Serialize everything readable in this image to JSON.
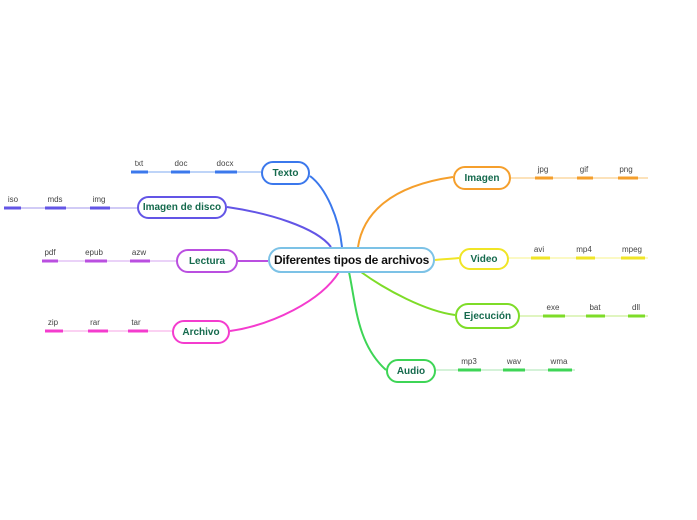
{
  "map": {
    "central": {
      "label": "Diferentes tipos de archivos",
      "border_color": "#7cc2e6",
      "text_color": "#101010"
    },
    "node_text_color": "#156a4d",
    "leaf_text_color": "#444444",
    "branches": [
      {
        "label": "Texto",
        "color": "#3b78ec",
        "light_color": "#a8c5f6",
        "children": [
          "txt",
          "doc",
          "docx"
        ]
      },
      {
        "label": "Imagen de disco",
        "color": "#6355e6",
        "light_color": "#c2baf4",
        "children": [
          "iso",
          "mds",
          "img"
        ]
      },
      {
        "label": "Lectura",
        "color": "#ba4fe0",
        "light_color": "#e3c4f6",
        "children": [
          "pdf",
          "epub",
          "azw"
        ]
      },
      {
        "label": "Archivo",
        "color": "#f43cce",
        "light_color": "#fac2ee",
        "children": [
          "zip",
          "rar",
          "tar"
        ]
      },
      {
        "label": "Imagen",
        "color": "#f59f2c",
        "light_color": "#fbd9a4",
        "children": [
          "jpg",
          "gif",
          "png"
        ]
      },
      {
        "label": "Video",
        "color": "#f0e526",
        "light_color": "#faf7b0",
        "children": [
          "avi",
          "mp4",
          "mpeg"
        ]
      },
      {
        "label": "Ejecución",
        "color": "#7edc28",
        "light_color": "#d6f2ac",
        "children": [
          "exe",
          "bat",
          "dll"
        ]
      },
      {
        "label": "Audio",
        "color": "#3ed556",
        "light_color": "#c6eecb",
        "children": [
          "mp3",
          "wav",
          "wma"
        ]
      }
    ]
  }
}
